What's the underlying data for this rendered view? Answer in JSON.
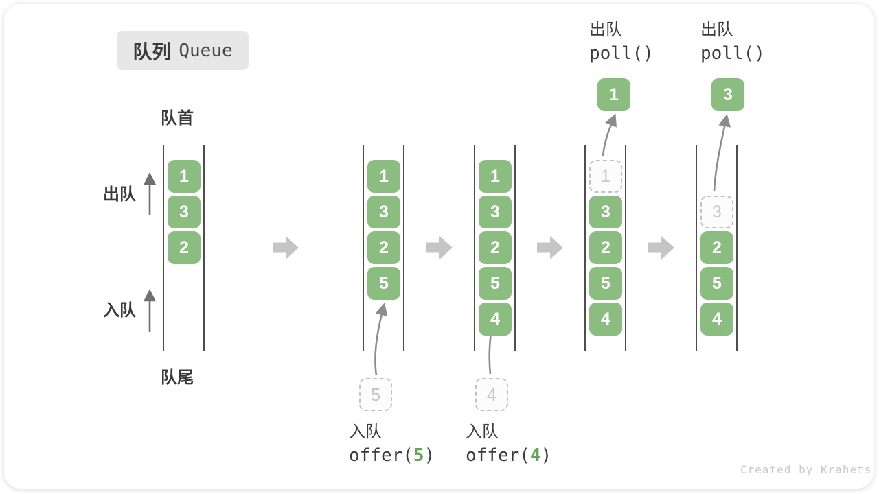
{
  "title": {
    "zh": "队列",
    "en": "Queue"
  },
  "labels": {
    "front": "队首",
    "rear": "队尾",
    "dequeue": "出队",
    "enqueue": "入队"
  },
  "ops": {
    "offer5": {
      "label": "入队",
      "pre": "offer(",
      "arg": "5",
      "post": ")"
    },
    "offer4": {
      "label": "入队",
      "pre": "offer(",
      "arg": "4",
      "post": ")"
    },
    "poll1": {
      "label": "出队",
      "code": "poll()"
    },
    "poll3": {
      "label": "出队",
      "code": "poll()"
    }
  },
  "queues": [
    {
      "cells": [
        {
          "slot": 0,
          "value": "1"
        },
        {
          "slot": 1,
          "value": "3"
        },
        {
          "slot": 2,
          "value": "2"
        }
      ]
    },
    {
      "cells": [
        {
          "slot": 0,
          "value": "1"
        },
        {
          "slot": 1,
          "value": "3"
        },
        {
          "slot": 2,
          "value": "2"
        },
        {
          "slot": 3,
          "value": "5"
        }
      ],
      "pending": "5"
    },
    {
      "cells": [
        {
          "slot": 0,
          "value": "1"
        },
        {
          "slot": 1,
          "value": "3"
        },
        {
          "slot": 2,
          "value": "2"
        },
        {
          "slot": 3,
          "value": "5"
        },
        {
          "slot": 4,
          "value": "4"
        }
      ],
      "pending": "4"
    },
    {
      "cells": [
        {
          "slot": 0,
          "value": "1",
          "ghost": true
        },
        {
          "slot": 1,
          "value": "3"
        },
        {
          "slot": 2,
          "value": "2"
        },
        {
          "slot": 3,
          "value": "5"
        },
        {
          "slot": 4,
          "value": "4"
        }
      ],
      "removed": "1"
    },
    {
      "cells": [
        {
          "slot": 1,
          "value": "3",
          "ghost": true
        },
        {
          "slot": 2,
          "value": "2"
        },
        {
          "slot": 3,
          "value": "5"
        },
        {
          "slot": 4,
          "value": "4"
        }
      ],
      "removed": "3"
    }
  ],
  "watermark": "Created by Krahets",
  "colors": {
    "cell_green": "#8cbd80",
    "code_green": "#64a455",
    "block_arrow": "#c5c5c5",
    "curve_arrow": "#8c8c8c",
    "side_arrow": "#6f6f6f"
  }
}
